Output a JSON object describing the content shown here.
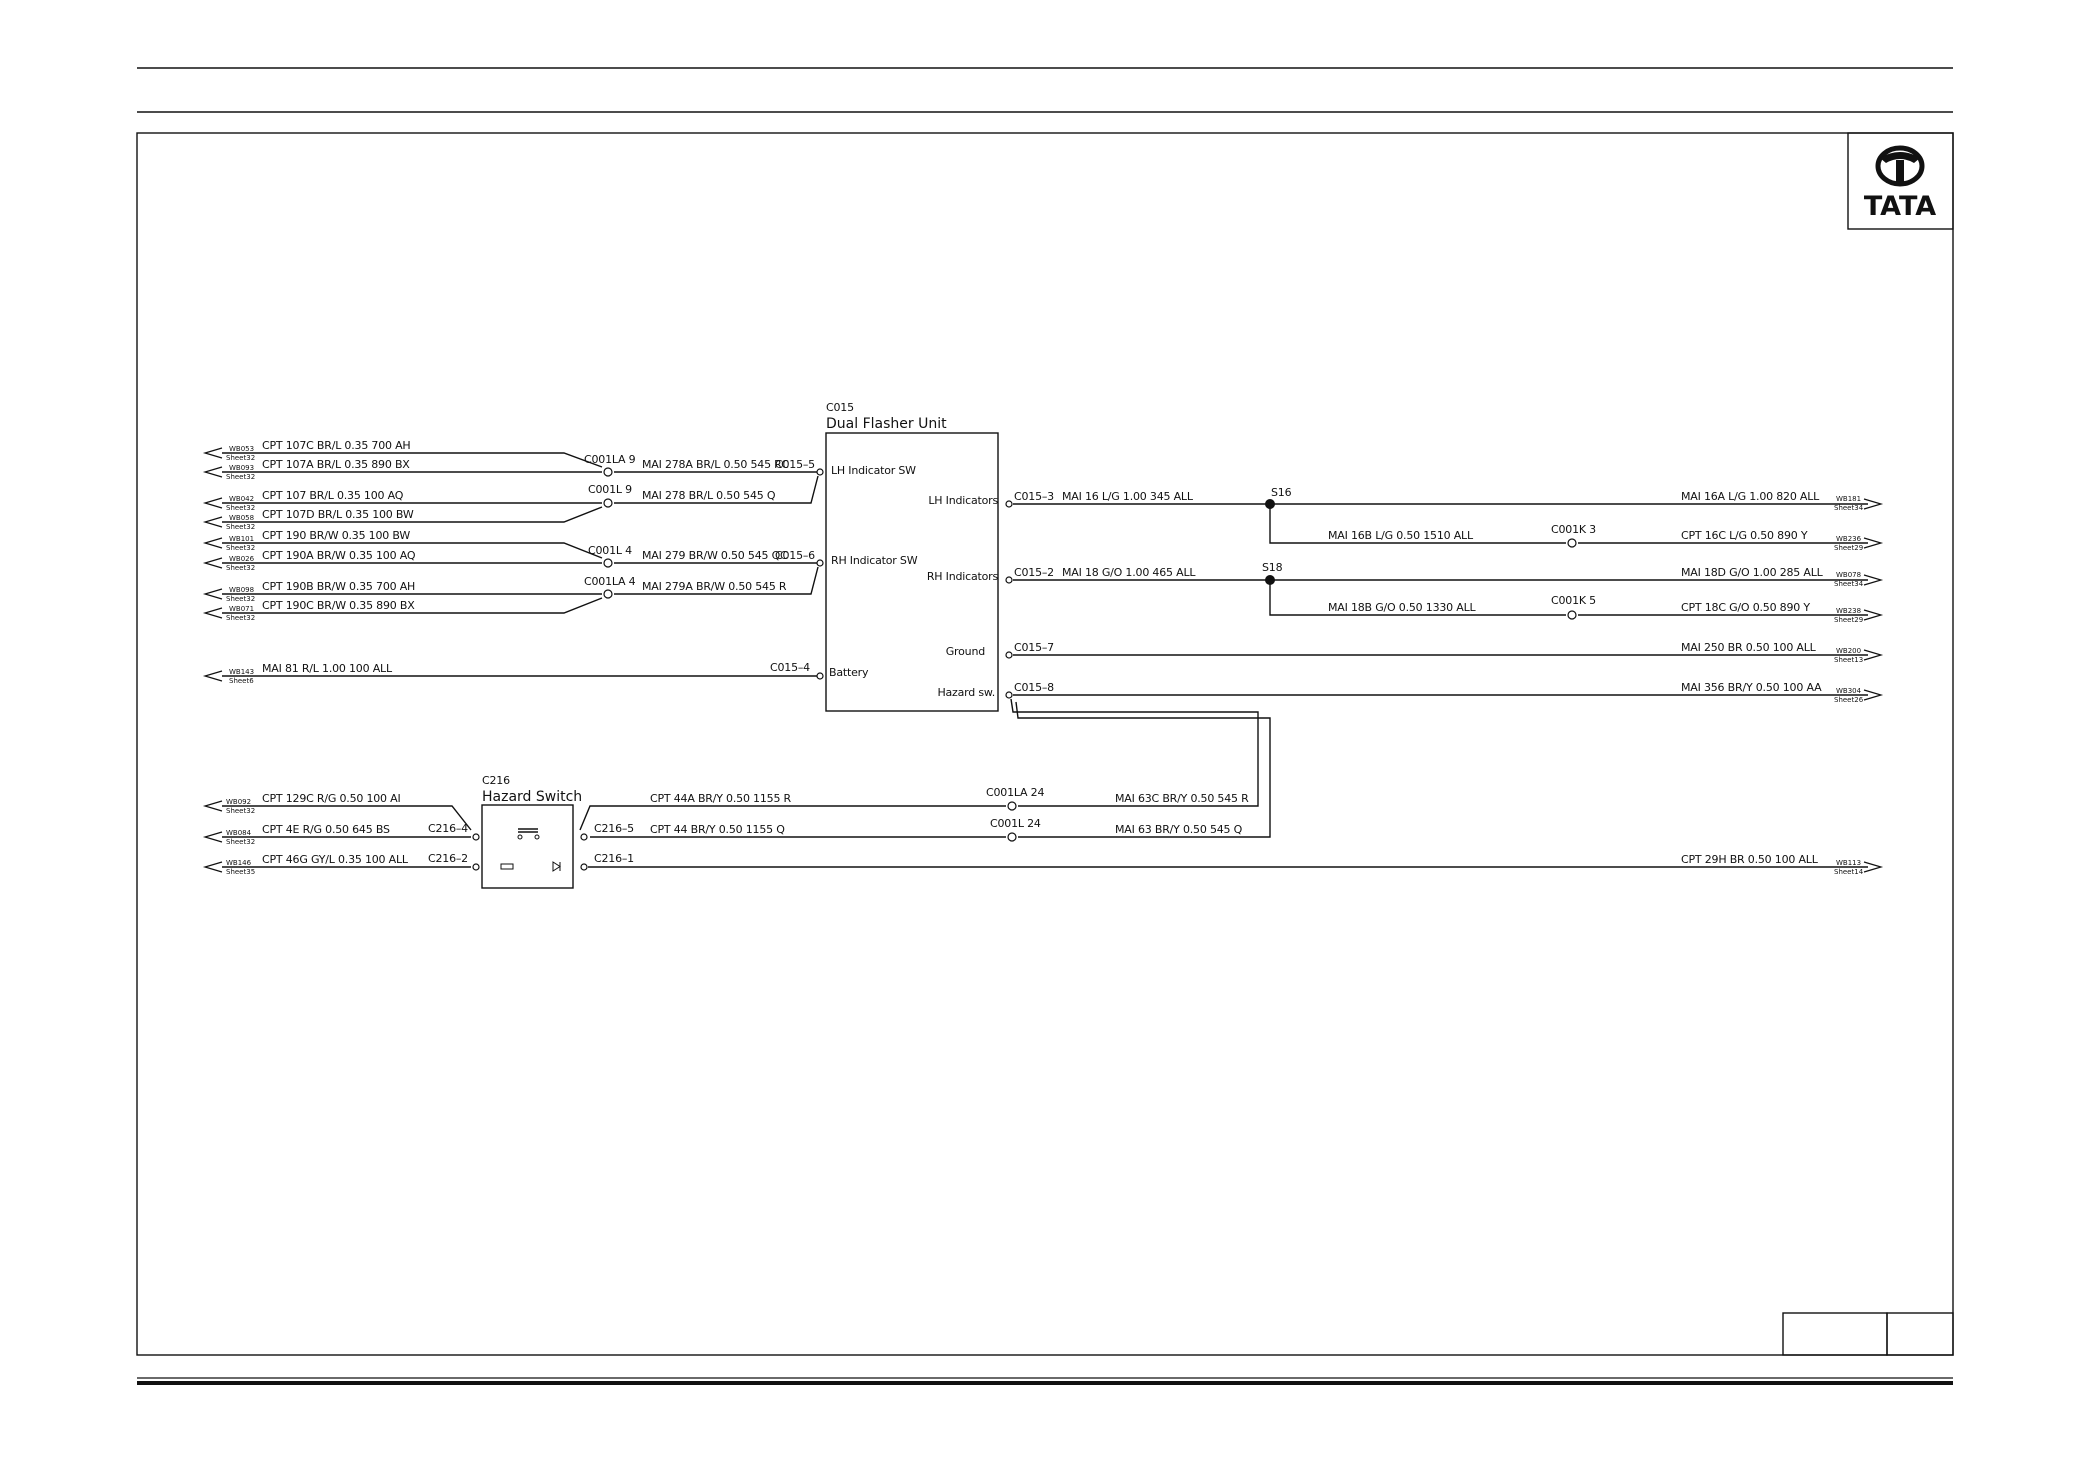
{
  "logo": {
    "text": "TATA"
  },
  "components": {
    "c015": {
      "id": "C015",
      "name": "Dual Flasher Unit",
      "pins": {
        "lh_sw": "LH Indicator SW",
        "rh_sw": "RH Indicator SW",
        "battery": "Battery",
        "lh_ind": "LH Indicators",
        "rh_ind": "RH Indicators",
        "ground": "Ground",
        "hazard": "Hazard sw."
      }
    },
    "c216": {
      "id": "C216",
      "name": "Hazard Switch"
    }
  },
  "offsheet": [
    {
      "ref": "WB053",
      "sheet": "Sheet32"
    },
    {
      "ref": "WB093",
      "sheet": "Sheet32"
    },
    {
      "ref": "WB042",
      "sheet": "Sheet32"
    },
    {
      "ref": "WB058",
      "sheet": "Sheet32"
    },
    {
      "ref": "WB101",
      "sheet": "Sheet32"
    },
    {
      "ref": "WB026",
      "sheet": "Sheet32"
    },
    {
      "ref": "WB098",
      "sheet": "Sheet32"
    },
    {
      "ref": "WB071",
      "sheet": "Sheet32"
    },
    {
      "ref": "WB143",
      "sheet": "Sheet6"
    },
    {
      "ref": "WB092",
      "sheet": "Sheet32"
    },
    {
      "ref": "WB084",
      "sheet": "Sheet32"
    },
    {
      "ref": "WB146",
      "sheet": "Sheet35"
    },
    {
      "ref": "WB181",
      "sheet": "Sheet34"
    },
    {
      "ref": "WB236",
      "sheet": "Sheet29"
    },
    {
      "ref": "WB078",
      "sheet": "Sheet34"
    },
    {
      "ref": "WB238",
      "sheet": "Sheet29"
    },
    {
      "ref": "WB200",
      "sheet": "Sheet13"
    },
    {
      "ref": "WB304",
      "sheet": "Sheet26"
    },
    {
      "ref": "WB113",
      "sheet": "Sheet14"
    }
  ],
  "wire_labels": [
    "CPT  107C  BR/L  0.35  700  AH",
    "CPT  107A  BR/L  0.35  890  BX",
    "CPT  107  BR/L  0.35  100  AQ",
    "CPT  107D  BR/L  0.35  100  BW",
    "CPT  190  BR/W  0.35  100  BW",
    "CPT  190A  BR/W  0.35  100  AQ",
    "CPT  190B  BR/W  0.35  700  AH",
    "CPT  190C  BR/W  0.35  890  BX",
    "MAI   81  R/L  1.00  100  ALL",
    "MAI  278A  BR/L  0.50  545  RC",
    "MAI  278  BR/L  0.50  545  Q",
    "MAI  279  BR/W  0.50  545  QC",
    "MAI  279A  BR/W  0.50  545  R",
    "MAI  16  L/G  1.00  345  ALL",
    "MAI   18  G/O  1.00  465  ALL",
    "MAI   16B  L/G  0.50  1510  ALL",
    "MAI   18B  G/O  0.50  1330  ALL",
    "MAI   16A  L/G  1.00  820  ALL",
    "CPT   16C  L/G  0.50  890  Y",
    "MAI   18D  G/O  1.00  285  ALL",
    "CPT   18C  G/O  0.50  890  Y",
    "MAI   250  BR  0.50  100  ALL",
    "MAI   356  BR/Y  0.50  100  AA",
    "CPT   129C  R/G  0.50  100  AI",
    "CPT   4E  R/G  0.50  645  BS",
    "CPT   46G  GY/L  0.35  100  ALL",
    "CPT   44A  BR/Y  0.50  1155  R",
    "CPT   44  BR/Y  0.50  1155  Q",
    "MAI  63C  BR/Y  0.50  545  R",
    "MAI  63  BR/Y  0.50  545  Q",
    "CPT   29H  BR  0.50  100  ALL"
  ],
  "connectors": {
    "c001la_9": "C001LA  9",
    "c001l_9": "C001L  9",
    "c001l_4": "C001L  4",
    "c001la_4": "C001LA  4",
    "c015_5": "C015–5",
    "c015_6": "C015–6",
    "c015_4": "C015–4",
    "c015_3": "C015–3",
    "c015_2": "C015–2",
    "c015_7": "C015–7",
    "c015_8": "C015–8",
    "c001k_3": "C001K  3",
    "c001k_5": "C001K  5",
    "c001la_24": "C001LA  24",
    "c001l_24": "C001L  24",
    "c216_4": "C216–4",
    "c216_2": "C216–2",
    "c216_5": "C216–5",
    "c216_1": "C216–1"
  },
  "splices": {
    "s16": "S16",
    "s18": "S18"
  }
}
